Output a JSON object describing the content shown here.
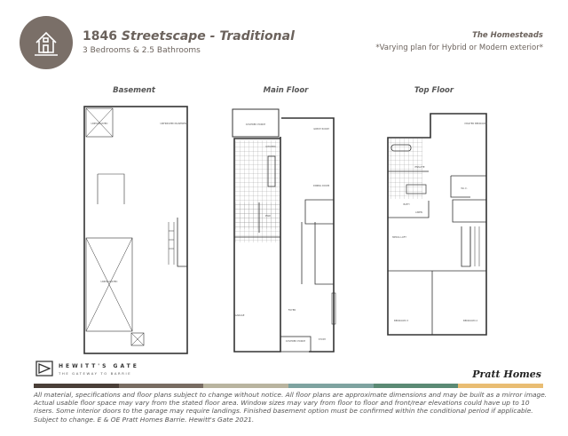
{
  "header": {
    "model_number": "1846",
    "model_name": "Streetscape - Traditional",
    "subtitle": "3 Bedrooms & 2.5 Bathrooms",
    "community": "The Homesteads",
    "variant_note": "*Varying plan for Hybrid or Modern exterior*",
    "logo_icon": "house-icon"
  },
  "floors": {
    "basement": {
      "label": "Basement",
      "rooms": [
        "UNEXCAVATED",
        "UNFINISHED BASEMENT",
        "UNEXCAVATED"
      ]
    },
    "main": {
      "label": "Main Floor",
      "rooms": [
        "COVERED PORCH",
        "KITCHEN",
        "GREAT ROOM",
        "DINING ROOM",
        "PWD",
        "GARAGE",
        "FOYER",
        "STUDY",
        "COVERED PORCH"
      ]
    },
    "top": {
      "label": "Top Floor",
      "rooms": [
        "MASTER BEDROOM",
        "ENSUITE",
        "W.I.C.",
        "LINEN",
        "BATH",
        "MEDIA LOFT",
        "BEDROOM 3",
        "BEDROOM 2"
      ]
    }
  },
  "footer": {
    "brand_name": "HEWITT'S GATE",
    "brand_tagline": "THE GATEWAY TO BARRIE",
    "builder": "Pratt Homes",
    "colors": [
      "#4a3f38",
      "#786c62",
      "#b9b49f",
      "#7ea3a0",
      "#5b8a74",
      "#e9bd73"
    ],
    "disclaimer": "All material, specifications and floor plans subject to change without notice. All floor plans are approximate dimensions and may be built as a mirror image. Actual usable floor space may vary from the stated floor area. Window sizes may vary from floor to floor and front/rear elevations could have up to 10 risers. Some interior doors to the garage may require landings. Finished basement option must be confirmed within the conditional period if applicable. Subject to change. E & OE Pratt Homes Barrie. Hewitt's Gate 2021."
  }
}
